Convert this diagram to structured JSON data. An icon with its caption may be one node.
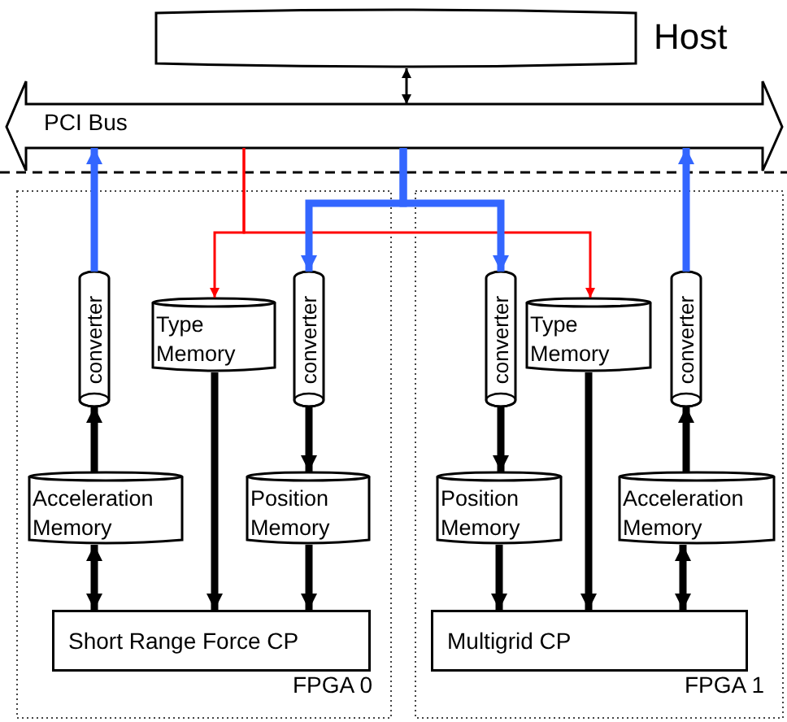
{
  "diagram": {
    "nodes": [
      {
        "text": [],
        "shape": "box"
      },
      {
        "text": [
          "PCI Bus"
        ]
      },
      {
        "text": [
          "FPGA 0"
        ]
      },
      {
        "text": [
          "converter"
        ],
        "in": 2
      },
      {
        "text": [
          "Type Memory"
        ],
        "in": 2
      },
      {
        "text": [
          "converter"
        ],
        "in": 2
      },
      {
        "text": [
          "Acceleration Memory"
        ],
        "in": 2
      },
      {
        "text": [
          "Position Memory"
        ],
        "in": 2
      },
      {
        "text": [
          "Short Range Force CP"
        ],
        "in": 2
      },
      {
        "text": [
          "FPGA 1"
        ]
      },
      {
        "text": [
          "converter"
        ],
        "in": 9
      },
      {
        "text": [
          "Type Memory"
        ],
        "in": 9
      },
      {
        "text": [
          "converter"
        ],
        "in": 9
      },
      {
        "text": [
          "Position Memory"
        ],
        "in": 9
      },
      {
        "text": [
          "Acceleration Memory"
        ],
        "in": 9
      },
      {
        "text": [
          "Multigrid CP"
        ],
        "in": 9
      }
    ],
    "edges": [
      {
        "from": 0,
        "to": 1,
        "arrow": "both"
      },
      {
        "from": 3,
        "to": 1,
        "arrow": "to",
        "color": "#3366ff"
      },
      {
        "from": 1,
        "to": 4,
        "arrow": "to",
        "color": "#ff0000"
      },
      {
        "from": 1,
        "to": 11,
        "arrow": "to",
        "color": "#ff0000"
      },
      {
        "from": 1,
        "to": 5,
        "arrow": "to",
        "color": "#3366ff"
      },
      {
        "from": 1,
        "to": 10,
        "arrow": "to",
        "color": "#3366ff"
      },
      {
        "from": 12,
        "to": 1,
        "arrow": "to",
        "color": "#3366ff"
      },
      {
        "from": 6,
        "to": 3,
        "arrow": "to"
      },
      {
        "from": 5,
        "to": 7,
        "arrow": "to"
      },
      {
        "from": 4,
        "to": 8,
        "arrow": "to"
      },
      {
        "from": 7,
        "to": 8,
        "arrow": "to"
      },
      {
        "from": 6,
        "to": 8,
        "arrow": "both"
      },
      {
        "from": 10,
        "to": 13,
        "arrow": "to"
      },
      {
        "from": 11,
        "to": 15,
        "arrow": "to"
      },
      {
        "from": 13,
        "to": 15,
        "arrow": "to"
      },
      {
        "from": 14,
        "to": 12,
        "arrow": "to"
      },
      {
        "from": 14,
        "to": 15,
        "arrow": "both"
      }
    ],
    "labels": [
      "Host"
    ]
  }
}
